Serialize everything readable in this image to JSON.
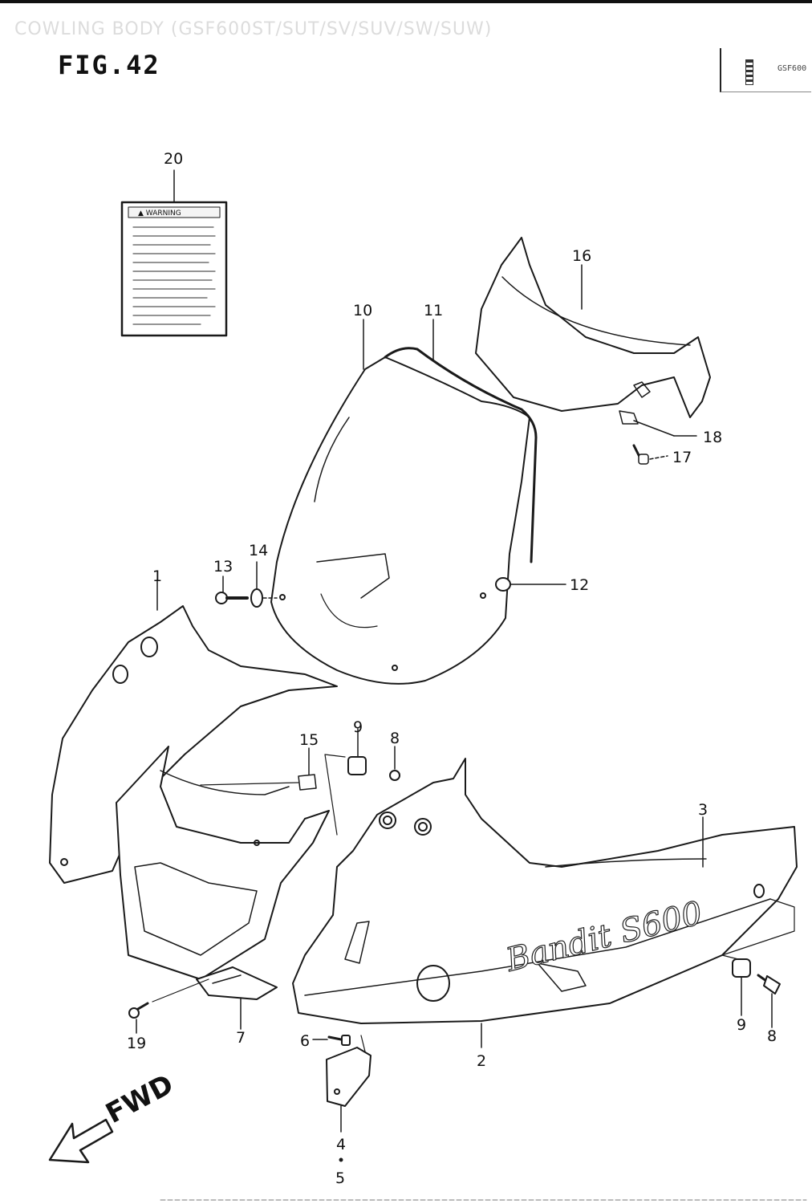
{
  "header": {
    "caption": "COWLING BODY (GSF600ST/SUT/SV/SUV/SW/SUW)",
    "figure": "FIG.42",
    "code": "GSF600"
  },
  "label": {
    "warning_title": "▲ WARNING"
  },
  "logo_text": "Bandit S600",
  "direction": "FWD",
  "callouts": [
    {
      "id": "c1",
      "text": "1"
    },
    {
      "id": "c2",
      "text": "2"
    },
    {
      "id": "c3",
      "text": "3"
    },
    {
      "id": "c4",
      "text": "4"
    },
    {
      "id": "c5",
      "text": "5"
    },
    {
      "id": "c6",
      "text": "6"
    },
    {
      "id": "c7",
      "text": "7"
    },
    {
      "id": "c8a",
      "text": "8"
    },
    {
      "id": "c8b",
      "text": "8"
    },
    {
      "id": "c9a",
      "text": "9"
    },
    {
      "id": "c9b",
      "text": "9"
    },
    {
      "id": "c10",
      "text": "10"
    },
    {
      "id": "c11",
      "text": "11"
    },
    {
      "id": "c12",
      "text": "12"
    },
    {
      "id": "c13",
      "text": "13"
    },
    {
      "id": "c14",
      "text": "14"
    },
    {
      "id": "c15",
      "text": "15"
    },
    {
      "id": "c16",
      "text": "16"
    },
    {
      "id": "c17",
      "text": "17"
    },
    {
      "id": "c18",
      "text": "18"
    },
    {
      "id": "c19",
      "text": "19"
    },
    {
      "id": "c20",
      "text": "20"
    }
  ]
}
